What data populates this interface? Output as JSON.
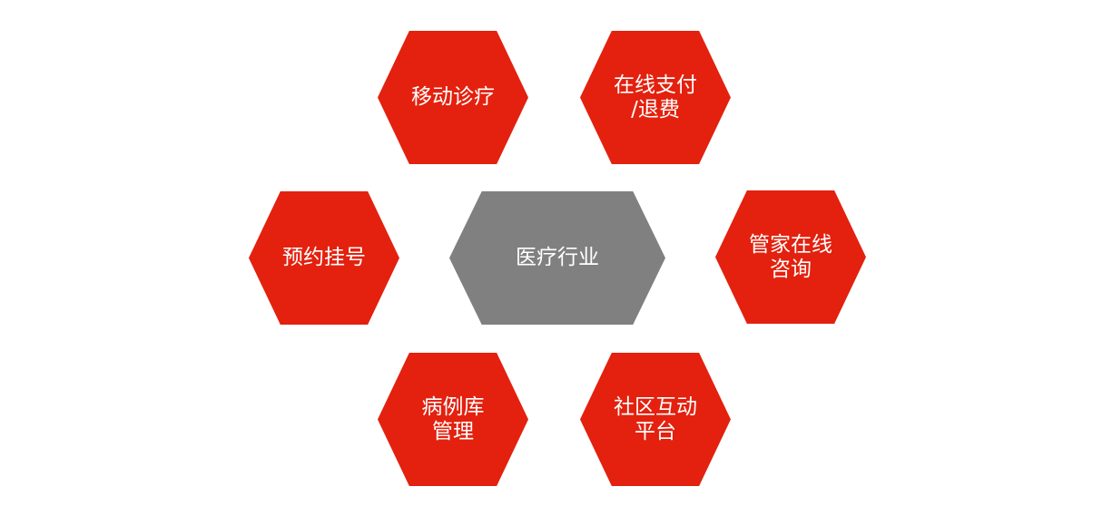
{
  "diagram": {
    "center": {
      "label": "医疗行业",
      "color": "#808080"
    },
    "accent_color": "#e3210e",
    "nodes": [
      {
        "id": "mobile",
        "label": "移动诊疗"
      },
      {
        "id": "payment",
        "label": "在线支付\n/退费"
      },
      {
        "id": "booking",
        "label": "预约挂号"
      },
      {
        "id": "consult",
        "label": "管家在线\n咨询"
      },
      {
        "id": "cases",
        "label": "病例库\n管理"
      },
      {
        "id": "community",
        "label": "社区互动\n平台"
      }
    ]
  }
}
